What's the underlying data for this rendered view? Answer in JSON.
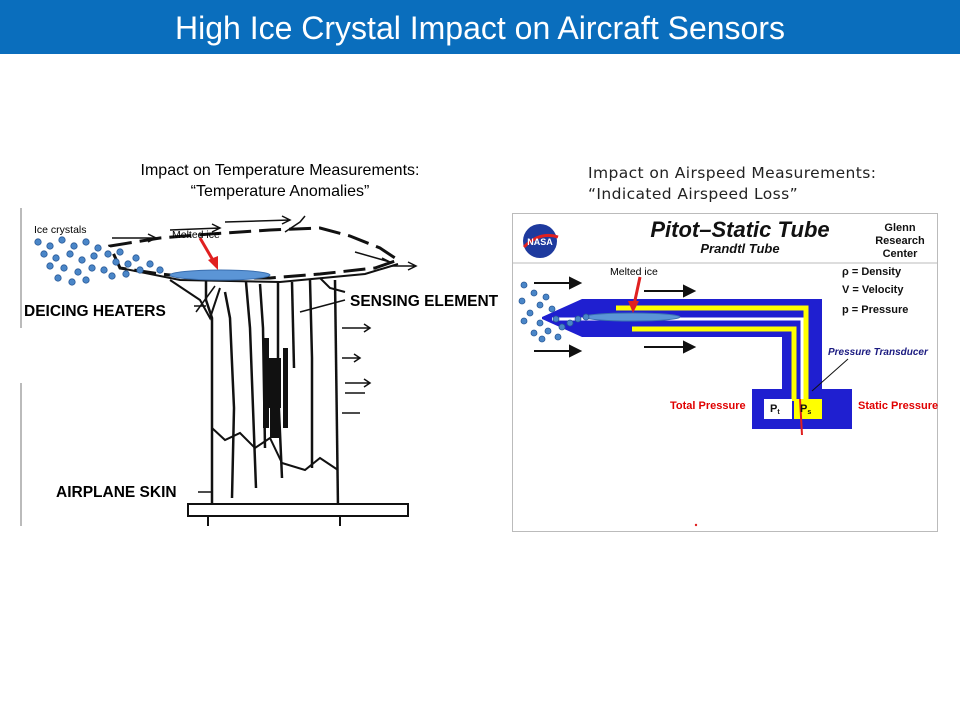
{
  "slide": {
    "title": "High Ice Crystal Impact on Aircraft Sensors"
  },
  "left_panel": {
    "caption_line1": "Impact on Temperature Measurements:",
    "caption_line2": "“Temperature Anomalies”",
    "label_ice_crystals": "Ice crystals",
    "label_melted_ice": "Melted ice",
    "label_deicing_heaters": "DEICING HEATERS",
    "label_sensing_element": "SENSING ELEMENT",
    "label_airplane_skin": "AIRPLANE SKIN"
  },
  "right_panel": {
    "caption_line1": "Impact on Airspeed Measurements:",
    "caption_line2": "“Indicated Airspeed Loss”",
    "logo_text": "NASA",
    "diagram_title": "Pitot–Static Tube",
    "diagram_subtitle": "Prandtl Tube",
    "org_line1": "Glenn",
    "org_line2": "Research",
    "org_line3": "Center",
    "legend_density": "ρ = Density",
    "legend_velocity": "V = Velocity",
    "legend_pressure": "p = Pressure",
    "label_melted_ice": "Melted ice",
    "label_pressure_transducer": "Pressure Transducer",
    "label_total_pressure": "Total Pressure",
    "label_static_pressure": "Static Pressure",
    "label_pt": "P",
    "label_pt_sub": "t",
    "label_ps": "P",
    "label_ps_sub": "s"
  },
  "colors": {
    "title_bar": "#0a6ebd",
    "crystal_blue": "#4a86c8",
    "melted_ice": "#5b95d6",
    "arrow_red": "#e02020",
    "tube_blue": "#1f1fd0",
    "tube_yellow": "#ffff00",
    "label_red": "#e00000",
    "label_navy": "#1a1a80"
  }
}
